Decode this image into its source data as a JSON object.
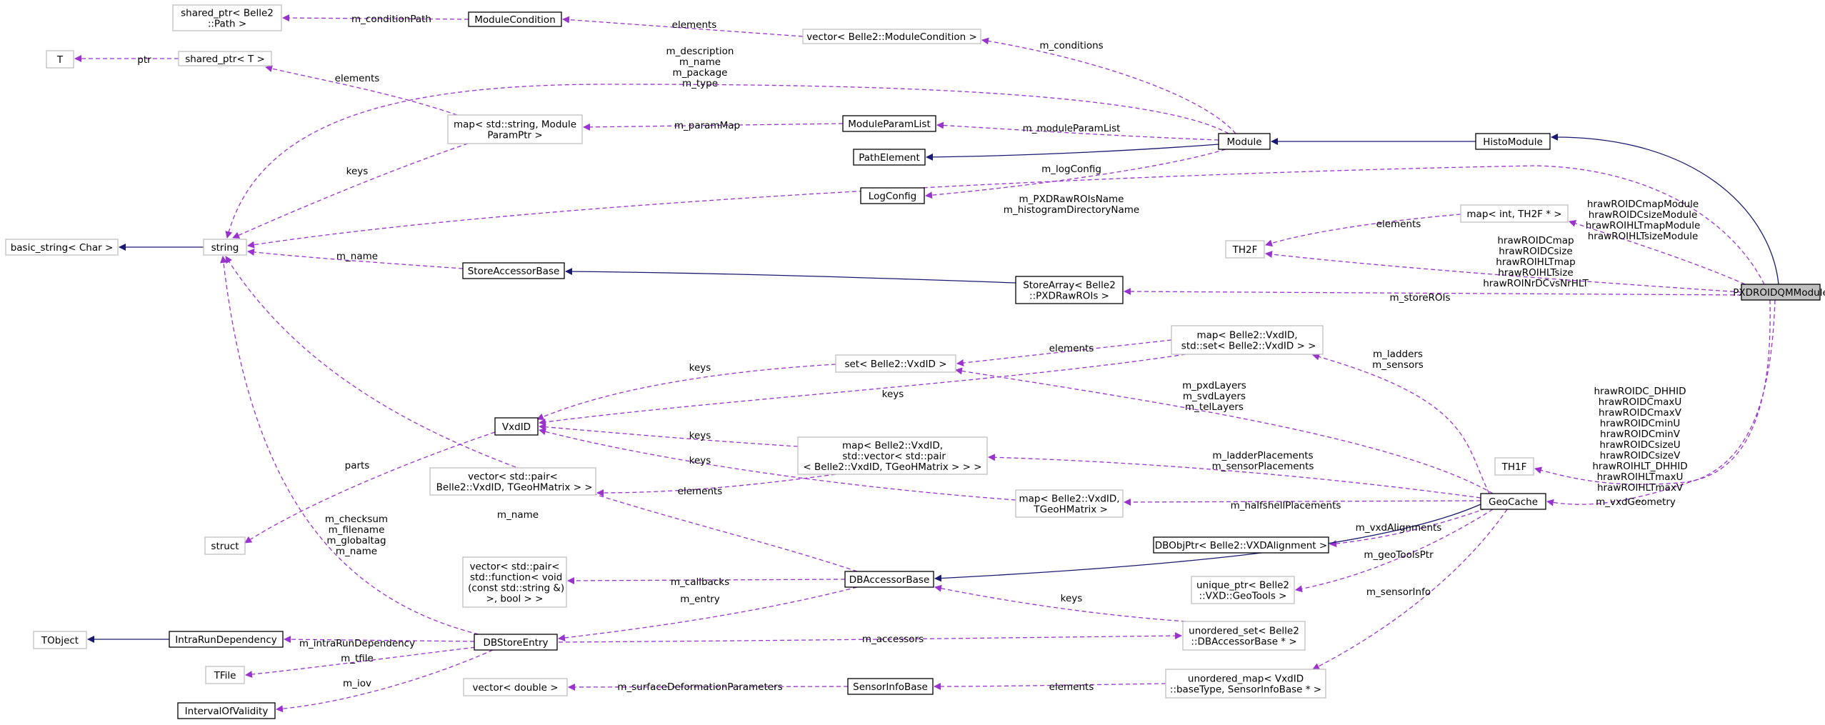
{
  "nodes": {
    "shared_ptr_path": "shared_ptr< Belle2\n::Path >",
    "module_condition": "ModuleCondition",
    "vector_module_condition": "vector< Belle2::ModuleCondition >",
    "t": "T",
    "shared_ptr_t": "shared_ptr< T >",
    "map_module_param": "map< std::string, Module\nParamPtr >",
    "module_param_list": "ModuleParamList",
    "path_element": "PathElement",
    "log_config": "LogConfig",
    "module": "Module",
    "histo_module": "HistoModule",
    "basic_string": "basic_string< Char >",
    "string": "string",
    "store_accessor_base": "StoreAccessorBase",
    "store_array": "StoreArray< Belle2\n::PXDRawROIs >",
    "map_int_th2f": "map< int, TH2F * >",
    "th2f": "TH2F",
    "pxdroidqm": "PXDROIDQMModule",
    "map_vxdid_set": "map< Belle2::VxdID,\n std::set< Belle2::VxdID > >",
    "set_vxdid": "set< Belle2::VxdID >",
    "vxdid": "VxdID",
    "map_vxdid_vector_pair": "map< Belle2::VxdID,\n std::vector< std::pair\n< Belle2::VxdID, TGeoHMatrix > > >",
    "vector_pair_vxdid": "vector< std::pair<\n Belle2::VxdID, TGeoHMatrix > >",
    "th1f": "TH1F",
    "map_vxdid_tgeo": "map< Belle2::VxdID,\n TGeoHMatrix >",
    "geocache": "GeoCache",
    "struct": "struct",
    "dbobjptr": "DBObjPtr< Belle2::VXDAlignment >",
    "vector_function_pair": "vector< std::pair<\n std::function< void\n (const std::string &)\n>, bool > >",
    "db_accessor_base": "DBAccessorBase",
    "unique_ptr_geotools": "unique_ptr< Belle2\n::VXD::GeoTools >",
    "tobject": "TObject",
    "intra_run_dependency": "IntraRunDependency",
    "db_store_entry": "DBStoreEntry",
    "unordered_set_db": "unordered_set< Belle2\n::DBAccessorBase * >",
    "tfile": "TFile",
    "vector_double": "vector< double >",
    "sensor_info_base": "SensorInfoBase",
    "unordered_map_vxdid": "unordered_map< VxdID\n::baseType, SensorInfoBase * >",
    "interval_of_validity": "IntervalOfValidity"
  },
  "edge_labels": {
    "condition_path": "m_conditionPath",
    "elements_conditions": "elements",
    "conditions": "m_conditions",
    "ptr": "ptr",
    "elements_shared_ptr": "elements",
    "module_strings": "m_description\nm_name\nm_package\nm_type",
    "param_map": "m_paramMap",
    "module_param_list": "m_moduleParamList",
    "log_config": "m_logConfig",
    "keys_param_map": "keys",
    "pxd_names": "m_PXDRawROIsName\nm_histogramDirectoryName",
    "elements_th2f": "elements",
    "map_modules": "hrawROIDCmapModule\nhrawROIDCsizeModule\nhrawROIHLTmapModule\nhrawROIHLTsizeModule",
    "th2f_members": "hrawROIDCmap\nhrawROIDCsize\nhrawROIHLTmap\nhrawROIHLTsize\nhrawROINrDCvsNrHLT",
    "name_store_accessor": "m_name",
    "store_rois": "m_storeROIs",
    "elements_set": "elements",
    "ladders_sensors": "m_ladders\nm_sensors",
    "keys_set": "keys",
    "keys_map_vxdid_set": "keys",
    "layers": "m_pxdLayers\nm_svdLayers\nm_telLayers",
    "keys_vector_pair": "keys",
    "keys_tgeo": "keys",
    "elements_vector_pair": "elements",
    "placements": "m_ladderPlacements\nm_sensorPlacements",
    "th1f_members": "hrawROIDC_DHHID\nhrawROIDCmaxU\nhrawROIDCmaxV\nhrawROIDCminU\nhrawROIDCminV\nhrawROIDCsizeU\nhrawROIDCsizeV\nhrawROIHLT_DHHID\nhrawROIHLTmaxU\nhrawROIHLTmaxV\n...",
    "parts": "parts",
    "halfshell": "m_halfshellPlacements",
    "vxd_geometry": "m_vxdGeometry",
    "name_db_accessor": "m_name",
    "vxd_alignments": "m_vxdAlignments",
    "callbacks": "m_callbacks",
    "entry": "m_entry",
    "geo_tools_ptr": "m_geoToolsPtr",
    "keys_unordered_set": "keys",
    "db_store_strings": "m_checksum\nm_filename\nm_globaltag\nm_name",
    "sensor_info": "m_sensorInfo",
    "intra_run_dependency": "m_intraRunDependency",
    "accessors": "m_accessors",
    "tfile": "m_tfile",
    "iov": "m_iov",
    "surface_deformation": "m_surfaceDeformationParameters",
    "elements_sensor_info": "elements"
  },
  "colors": {
    "usage_edge": "#9a32cd",
    "inheritance_edge": "#191970",
    "documented_border": "#000000",
    "external_border": "#bfbfbf",
    "focus_fill": "#bfbfbf"
  }
}
